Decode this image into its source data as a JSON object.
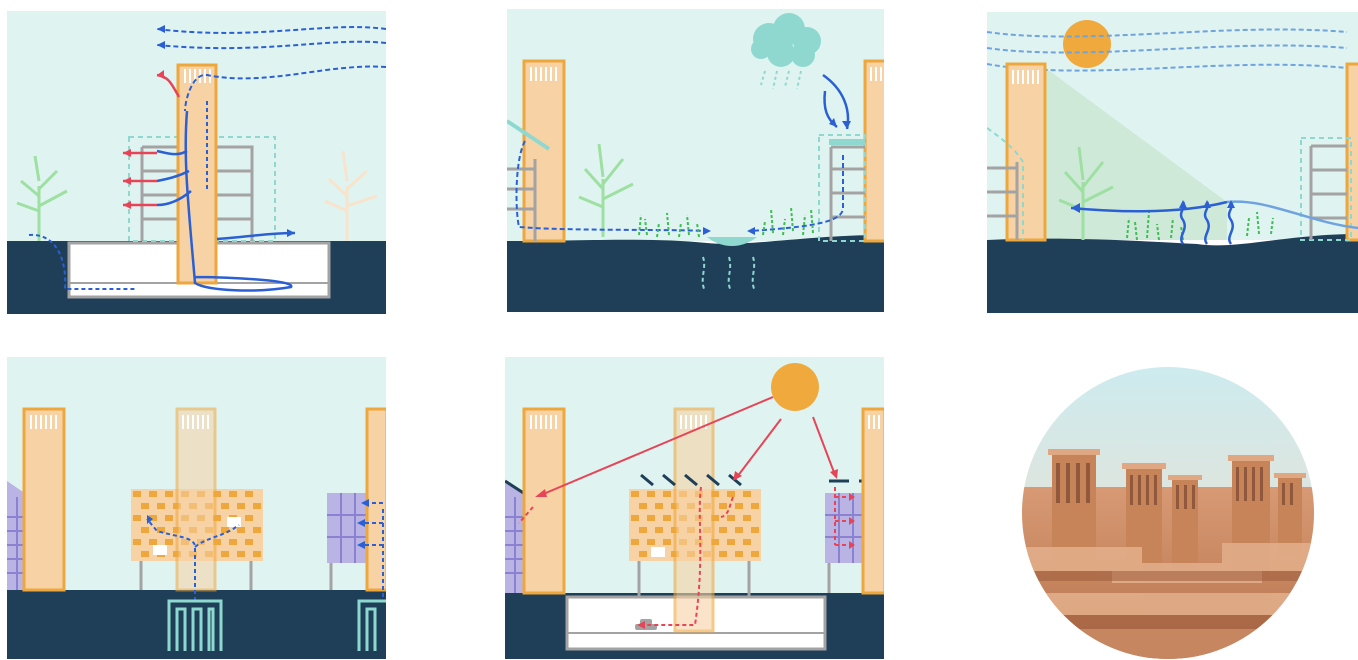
{
  "colors": {
    "sky": "#dff4f1",
    "ground": "#1e3f57",
    "tower_fill": "#f7d2a4",
    "tower_stroke": "#eea73c",
    "airflow_cool": "#2b5fd4",
    "airflow_warm": "#e84457",
    "water": "#8ed8d0",
    "vegetation": "#3dbd52",
    "tree": "#9ee0a2",
    "sun": "#f0a93d",
    "facade_purple": "#9b93d6",
    "building_grey": "#a3a3a3"
  },
  "panels": [
    {
      "id": "p1",
      "icons": [
        "windcatcher-tower",
        "wind-arrows",
        "tree-icon",
        "basement-channel"
      ]
    },
    {
      "id": "p2",
      "icons": [
        "rain-cloud-icon",
        "water-pond",
        "grass",
        "tree-icon"
      ]
    },
    {
      "id": "p3",
      "icons": [
        "sun-icon",
        "shade-wedge",
        "evaporation-arrows",
        "tree-icon"
      ]
    },
    {
      "id": "p4",
      "icons": [
        "windcatcher-tower",
        "checker-screen",
        "ground-heat-pipes"
      ]
    },
    {
      "id": "p5",
      "icons": [
        "sun-icon",
        "solar-louvers",
        "car-icon"
      ]
    },
    {
      "id": "p6",
      "icons": [
        "yazd-windcatchers-photo"
      ]
    }
  ]
}
